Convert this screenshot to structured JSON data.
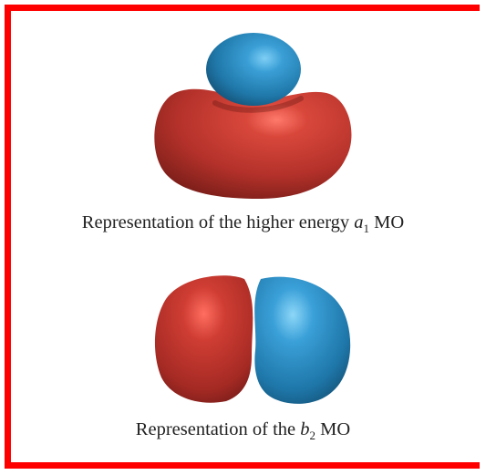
{
  "colors": {
    "border": "#ff0000",
    "positive_lobe": "#c0342c",
    "negative_lobe": "#2b7fb3"
  },
  "orbitals": [
    {
      "name": "a1",
      "caption": {
        "prefix": "Representation of the higher energy ",
        "variable": "a",
        "subscript": "1",
        "suffix": " MO"
      }
    },
    {
      "name": "b2",
      "caption": {
        "prefix": "Representation of the ",
        "variable": "b",
        "subscript": "2",
        "suffix": " MO"
      }
    }
  ]
}
